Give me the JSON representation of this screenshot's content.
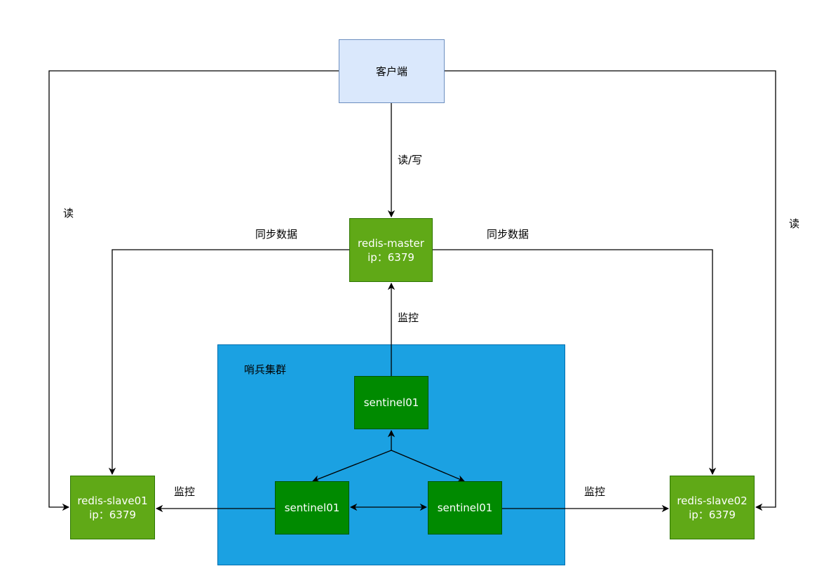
{
  "client": {
    "label": "客户端"
  },
  "master": {
    "name": "redis-master",
    "ip": "ip：6379"
  },
  "slave01": {
    "name": "redis-slave01",
    "ip": "ip：6379"
  },
  "slave02": {
    "name": "redis-slave02",
    "ip": "ip：6379"
  },
  "cluster": {
    "label": "哨兵集群"
  },
  "sentinels": {
    "top": "sentinel01",
    "left": "sentinel01",
    "right": "sentinel01"
  },
  "edges": {
    "read_write": "读/写",
    "read_left": "读",
    "read_right": "读",
    "sync_left": "同步数据",
    "sync_right": "同步数据",
    "monitor_master": "监控",
    "monitor_slave01": "监控",
    "monitor_slave02": "监控"
  },
  "colors": {
    "client_fill": "#dae8fc",
    "client_stroke": "#6c8ebf",
    "redis_node_fill": "#60a917",
    "cluster_fill": "#1ba1e2",
    "sentinel_fill": "#008a00",
    "edge": "#000000"
  }
}
